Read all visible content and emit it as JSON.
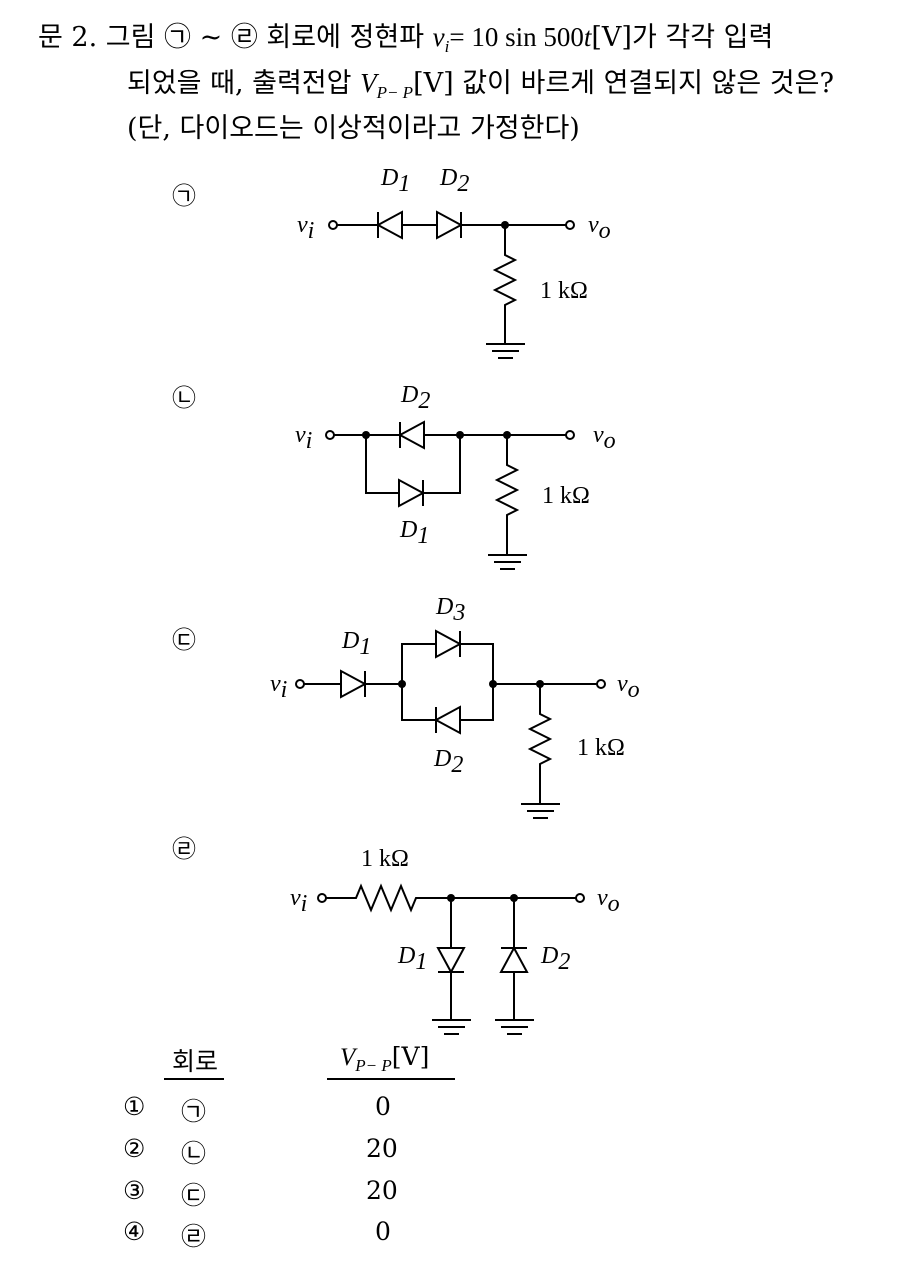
{
  "question": {
    "number": "문  2.",
    "line1_a": "그림 ㉠ ~ ㉣ 회로에 정현파",
    "vi_var": "v",
    "vi_sub": "i",
    "line1_eq": "= 10 sin 500",
    "line1_t": "t",
    "line1_b": "[V]가 각각 입력",
    "line2_a": "되었을 때, 출력전압",
    "vpp_var": "V",
    "vpp_sub": "P− P",
    "line2_b": "[V] 값이 바르게 연결되지 않은 것은?",
    "line3": "(단, 다이오드는 이상적이라고 가정한다)"
  },
  "circuits": {
    "a": {
      "marker": "㉠",
      "d1": "D",
      "d1_sub": "1",
      "d2": "D",
      "d2_sub": "2",
      "r": "1 kΩ",
      "vin": "v",
      "vin_sub": "i",
      "vout": "v",
      "vout_sub": "o"
    },
    "b": {
      "marker": "㉡",
      "d2": "D",
      "d2_sub": "2",
      "d1": "D",
      "d1_sub": "1",
      "r": "1 kΩ",
      "vin": "v",
      "vin_sub": "i",
      "vout": "v",
      "vout_sub": "o"
    },
    "c": {
      "marker": "㉢",
      "d1": "D",
      "d1_sub": "1",
      "d3": "D",
      "d3_sub": "3",
      "d2": "D",
      "d2_sub": "2",
      "r": "1 kΩ",
      "vin": "v",
      "vin_sub": "i",
      "vout": "v",
      "vout_sub": "o"
    },
    "d": {
      "marker": "㉣",
      "r": "1 kΩ",
      "d1": "D",
      "d1_sub": "1",
      "d2": "D",
      "d2_sub": "2",
      "vin": "v",
      "vin_sub": "i",
      "vout": "v",
      "vout_sub": "o"
    }
  },
  "answers": {
    "header_circuit": "회로",
    "header_value_var": "V",
    "header_value_sub": "P− P",
    "header_value_unit": "[V]",
    "rows": [
      {
        "num": "①",
        "circuit": "㉠",
        "value": "0"
      },
      {
        "num": "②",
        "circuit": "㉡",
        "value": "20"
      },
      {
        "num": "③",
        "circuit": "㉢",
        "value": "20"
      },
      {
        "num": "④",
        "circuit": "㉣",
        "value": "0"
      }
    ]
  }
}
